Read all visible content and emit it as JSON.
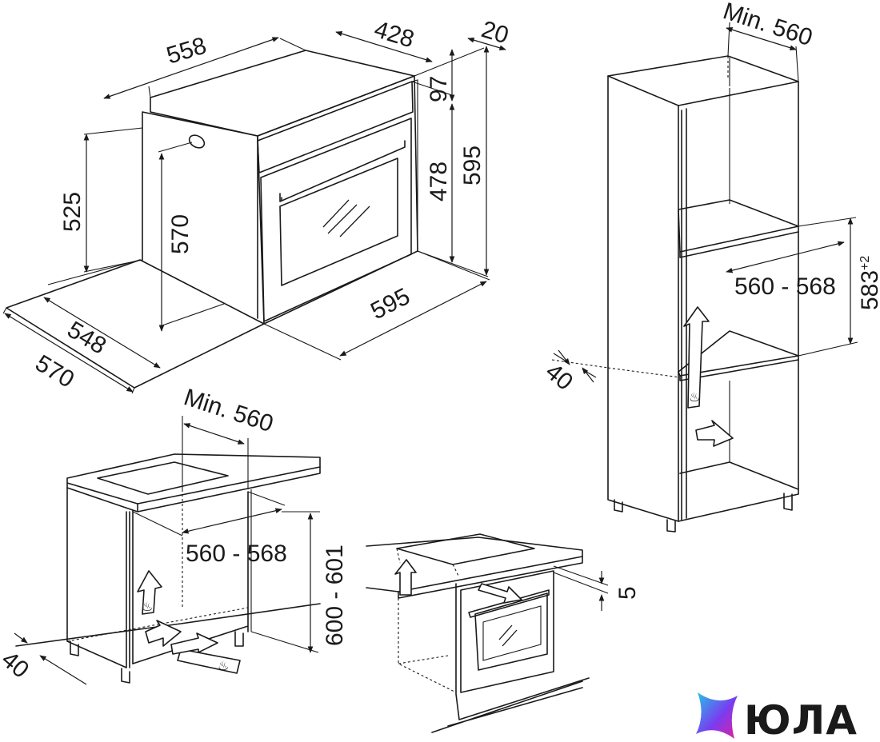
{
  "dimensions": {
    "oven_top_depth": "558",
    "oven_front_depth": "428",
    "front_panel_thickness": "20",
    "control_panel_height": "97",
    "door_height": "478",
    "oven_height": "595",
    "body_height": "525",
    "body_inner_height": "570",
    "oven_width": "595",
    "side_depth_inner": "548",
    "side_depth_outer": "570",
    "column_min_depth": "Min. 560",
    "column_niche_width": "560 - 568",
    "column_niche_height": "583",
    "column_niche_height_tolerance": "+2",
    "column_vent_gap": "40",
    "undercounter_min_depth": "Min. 560",
    "undercounter_niche_width": "560 - 568",
    "undercounter_niche_height": "600 - 601",
    "undercounter_vent_gap": "40",
    "hob_gap": "5"
  },
  "brand": {
    "name": "ЮЛА",
    "colors": {
      "cyan": "#21c7e8",
      "magenta": "#e01f9f",
      "violet": "#7a3cf0"
    },
    "icon": "star-logo-icon"
  }
}
